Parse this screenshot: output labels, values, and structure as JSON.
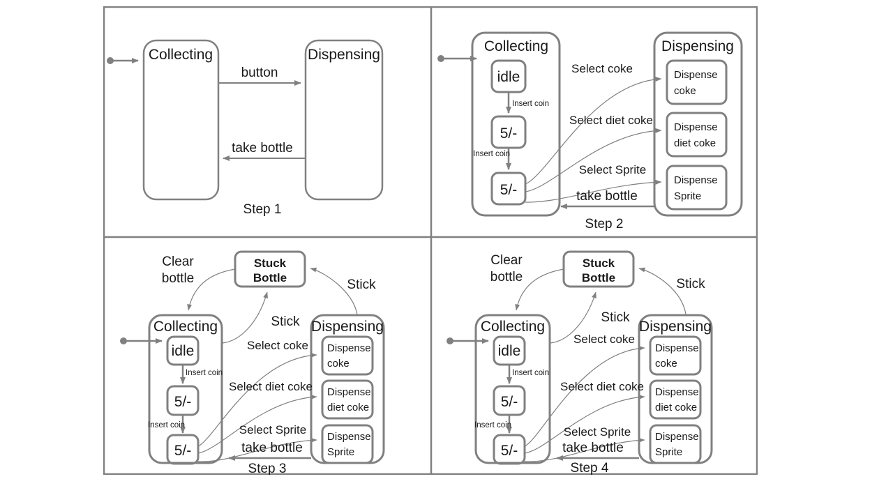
{
  "figure": {
    "type": "state-machine-diagram",
    "description": "Vending machine UML state chart built up over four steps",
    "frame": {
      "border_color": "#808080",
      "background": "#ffffff"
    },
    "stroke_color": "#808080",
    "text_color": "#1a1a1a"
  },
  "panels": [
    {
      "id": "step1",
      "step_label": "Step 1",
      "states": [
        {
          "name": "Collecting",
          "kind": "composite"
        },
        {
          "name": "Dispensing",
          "kind": "composite"
        }
      ],
      "initial_marker": true,
      "transitions": [
        {
          "from": "Collecting",
          "to": "Dispensing",
          "label": "button"
        },
        {
          "from": "Dispensing",
          "to": "Collecting",
          "label": "take bottle"
        }
      ]
    },
    {
      "id": "step2",
      "step_label": "Step 2",
      "states": [
        {
          "name": "Collecting",
          "kind": "composite",
          "substates": [
            "idle",
            "5/-",
            "5/-"
          ]
        },
        {
          "name": "Dispensing",
          "kind": "composite",
          "substates": [
            "Dispense coke",
            "Dispense diet coke",
            "Dispense Sprite"
          ]
        }
      ],
      "initial_marker": true,
      "transitions": [
        {
          "from": "idle",
          "to": "5/-",
          "label": "Insert coin"
        },
        {
          "from": "5/-",
          "to": "5/-",
          "label": "Insert coin"
        },
        {
          "from": "Collecting",
          "to": "Dispense coke",
          "label": "Select coke"
        },
        {
          "from": "Collecting",
          "to": "Dispense diet coke",
          "label": "Select diet coke"
        },
        {
          "from": "Collecting",
          "to": "Dispense Sprite",
          "label": "Select Sprite"
        },
        {
          "from": "Dispensing",
          "to": "Collecting",
          "label": "take bottle"
        }
      ]
    },
    {
      "id": "step3",
      "step_label": "Step 3",
      "states": [
        {
          "name": "Stuck Bottle",
          "kind": "simple",
          "bold": true
        },
        {
          "name": "Collecting",
          "kind": "composite",
          "substates": [
            "idle",
            "5/-",
            "5/-"
          ]
        },
        {
          "name": "Dispensing",
          "kind": "composite",
          "substates": [
            "Dispense coke",
            "Dispense diet coke",
            "Dispense Sprite"
          ]
        }
      ],
      "initial_marker": true,
      "transitions": [
        {
          "from": "Stuck Bottle",
          "to": "Collecting",
          "label": "Clear bottle"
        },
        {
          "from": "Dispensing",
          "to": "Stuck Bottle",
          "label": "Stick"
        },
        {
          "from": "Collecting",
          "to": "Stuck Bottle",
          "label": "Stick"
        },
        {
          "from": "idle",
          "to": "5/-",
          "label": "Insert coin"
        },
        {
          "from": "5/-",
          "to": "5/-",
          "label": "Insert coin"
        },
        {
          "from": "Collecting",
          "to": "Dispense coke",
          "label": "Select coke"
        },
        {
          "from": "Collecting",
          "to": "Dispense diet coke",
          "label": "Select diet coke"
        },
        {
          "from": "Collecting",
          "to": "Dispense Sprite",
          "label": "Select Sprite"
        },
        {
          "from": "Dispensing",
          "to": "Collecting",
          "label": "take bottle"
        }
      ]
    },
    {
      "id": "step4",
      "step_label": "Step 4",
      "states": [
        {
          "name": "Stuck Bottle",
          "kind": "simple",
          "bold": true
        },
        {
          "name": "Collecting",
          "kind": "composite",
          "substates": [
            "idle",
            "5/-",
            "5/-"
          ]
        },
        {
          "name": "Dispensing",
          "kind": "composite",
          "substates": [
            "Dispense coke",
            "Dispense diet coke",
            "Dispense Sprite"
          ]
        }
      ],
      "initial_marker": true,
      "transitions": [
        {
          "from": "Stuck Bottle",
          "to": "Collecting",
          "label": "Clear bottle"
        },
        {
          "from": "Dispensing",
          "to": "Stuck Bottle",
          "label": "Stick"
        },
        {
          "from": "Collecting",
          "to": "Stuck Bottle",
          "label": "Stick"
        },
        {
          "from": "idle",
          "to": "5/-",
          "label": "Insert coin"
        },
        {
          "from": "5/-",
          "to": "5/-",
          "label": "Insert coin"
        },
        {
          "from": "Collecting",
          "to": "Dispense coke",
          "label": "Select coke"
        },
        {
          "from": "Collecting",
          "to": "Dispense diet coke",
          "label": "Select diet coke"
        },
        {
          "from": "Collecting",
          "to": "Dispense Sprite",
          "label": "Select Sprite"
        },
        {
          "from": "Dispensing",
          "to": "Collecting",
          "label": "take bottle"
        }
      ]
    }
  ],
  "labels": {
    "collecting": "Collecting",
    "dispensing": "Dispensing",
    "stuck": "Stuck",
    "bottle": "Bottle",
    "idle": "idle",
    "coin5": "5/-",
    "dispense": "Dispense",
    "coke": "coke",
    "diet_coke": "diet coke",
    "sprite": "Sprite",
    "button": "button",
    "take_bottle": "take bottle",
    "insert_coin": "Insert coin",
    "select_coke": "Select coke",
    "select_diet_coke": "Select diet coke",
    "select_sprite": "Select Sprite",
    "stick": "Stick",
    "clear": "Clear",
    "clear_bottle_2": "bottle",
    "step1": "Step 1",
    "step2": "Step 2",
    "step3": "Step 3",
    "step4": "Step 4"
  }
}
